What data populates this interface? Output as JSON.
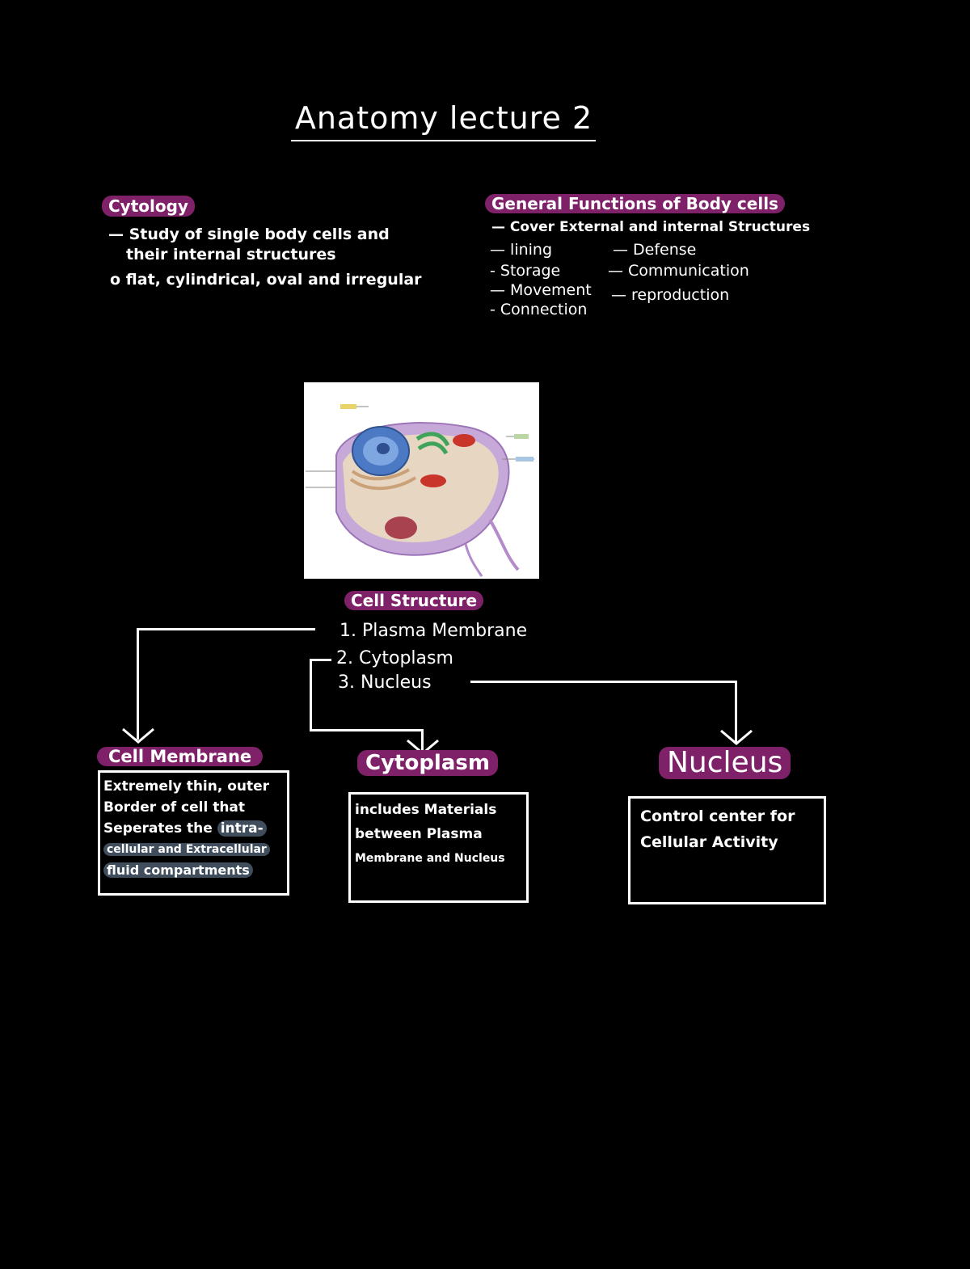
{
  "title": "Anatomy lecture 2",
  "cytology": {
    "heading": "Cytology",
    "lines": [
      "— Study of single body cells and",
      "their internal structures",
      "o flat, cylindrical, oval and irregular"
    ]
  },
  "functions": {
    "heading": "General Functions of Body cells",
    "first": "— Cover External and internal Structures",
    "left": [
      "— lining",
      "- Storage",
      "— Movement",
      "- Connection"
    ],
    "right": [
      "— Defense",
      "— Communication",
      "— reproduction"
    ]
  },
  "structure": {
    "heading": "Cell Structure",
    "items": [
      "1. Plasma Membrane",
      "2. Cytoplasm",
      "3. Nucleus"
    ]
  },
  "cell_membrane": {
    "heading": "Cell Membrane",
    "lines": [
      "Extremely thin, outer",
      "Border of cell that",
      "Seperates the"
    ],
    "highlight_a": "intra-",
    "highlight_b": "cellular and Extracellular",
    "highlight_c": "fluid compartments"
  },
  "cytoplasm": {
    "heading": "Cytoplasm",
    "lines": [
      "includes Materials",
      "between Plasma",
      "Membrane and Nucleus"
    ]
  },
  "nucleus": {
    "heading": "Nucleus",
    "lines": [
      "Control center for",
      "Cellular Activity"
    ]
  },
  "colors": {
    "background": "#000000",
    "highlight_purple": "#7e2168",
    "highlight_gray": "#3f4d5c",
    "ink": "#ffffff"
  }
}
